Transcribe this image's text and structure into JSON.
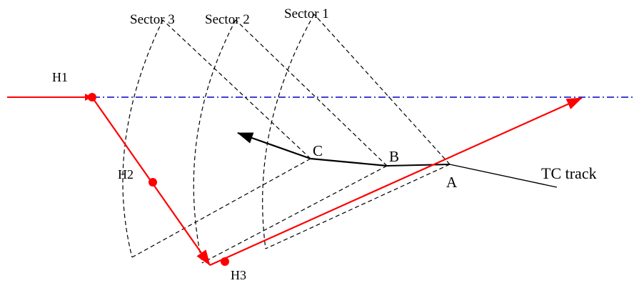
{
  "labels": {
    "sector1": "Sector 1",
    "sector2": "Sector 2",
    "sector3": "Sector 3",
    "h1": "H1",
    "h2": "H2",
    "h3": "H3",
    "point_a": "A",
    "point_b": "B",
    "point_c": "C",
    "tc_track": "TC track"
  },
  "colors": {
    "reference_line": "#0000cc",
    "path": "#ff0000",
    "track": "#000000",
    "sector_outline": "#000000"
  }
}
